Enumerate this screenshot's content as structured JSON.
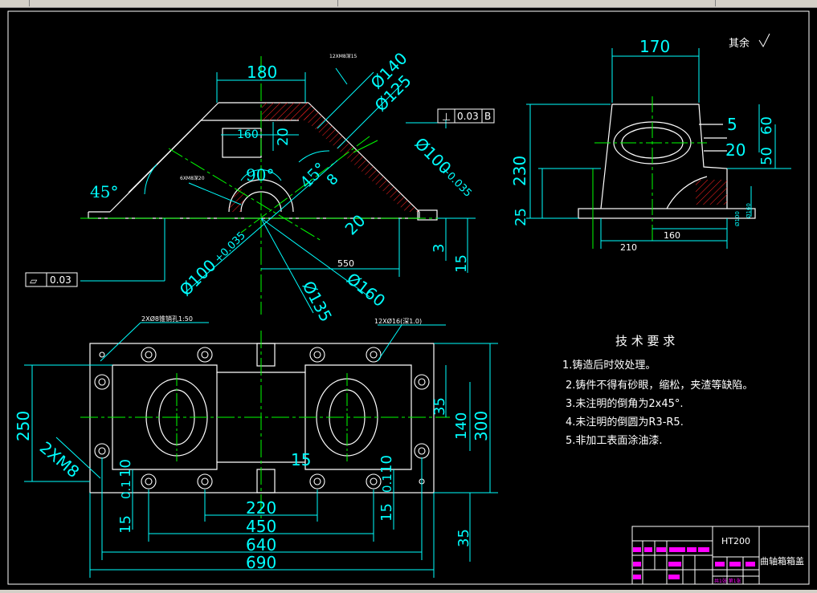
{
  "colors": {
    "background": "#000000",
    "outline": "#ffffff",
    "dimension": "#00ffff",
    "center": "#00ff00",
    "hatch": "#ff0000",
    "tech": "#ffffff",
    "tb_label": "#ff00ff"
  },
  "front_view": {
    "dims": {
      "w180": "180",
      "w160": "160",
      "h20": "20",
      "ang45a": "45°",
      "ang90": "90°",
      "ang45b": "45°",
      "d140": "Ø140",
      "d125": "Ø125",
      "d100_right": "Ø100",
      "tol_right": "+0.035",
      "h8": "8",
      "h20b": "20",
      "d100_left": "Ø100",
      "tol_left": "+0.035",
      "d135": "Ø135",
      "d160": "Ø160",
      "w550": "550",
      "h3": "3",
      "h15": "15"
    },
    "tol_frame_top": {
      "symbol": "⊥",
      "value": "0.03",
      "datum": "B"
    },
    "tol_frame_left": {
      "symbol": "▱",
      "value": "0.03"
    },
    "hole_note_left": "6XM8深20",
    "hole_note_right": "12XM8深15"
  },
  "side_view": {
    "dims": {
      "w170": "170",
      "d5": "5",
      "d60": "60",
      "h230": "230",
      "h20": "20",
      "h50": "50",
      "h25": "25",
      "w210": "210",
      "w160": "160",
      "dia_a": "Ø100",
      "dia_b": "Ø160"
    },
    "remark": "其余"
  },
  "top_view": {
    "notes": {
      "left": "2XØ8锥销孔1:50",
      "right": "12XØ16(深1.0)"
    },
    "dims": {
      "h250": "250",
      "m8": "2XM8",
      "h35": "35",
      "h140": "140",
      "h300": "300",
      "h35b": "35",
      "h10": "10",
      "h10b": "10",
      "h15": "15",
      "h15l": "15",
      "h15r": "15",
      "d01": "0.1",
      "d01b": "0.1",
      "w220": "220",
      "w450": "450",
      "w640": "640",
      "w690": "690"
    }
  },
  "tech_requirements": {
    "title": "技 术 要 求",
    "items": [
      "1.铸造后时效处理。",
      "2.铸件不得有砂眼，缩松，夹渣等缺陷。",
      "3.未注明的倒角为2x45°.",
      "4.未注明的倒圆为R3-R5.",
      "5.非加工表面涂油漆."
    ]
  },
  "title_block": {
    "material": "HT200",
    "name": "曲轴箱箱盖",
    "sheet": "共1张 第1张"
  }
}
